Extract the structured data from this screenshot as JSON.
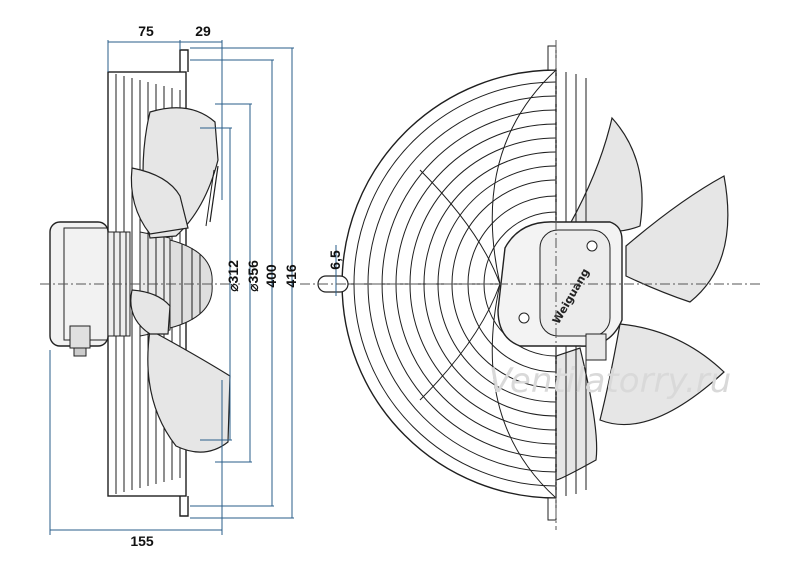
{
  "dimensions": {
    "depth_left": "75",
    "depth_right": "29",
    "total_depth": "155",
    "dia_312": "⌀312",
    "dia_356": "⌀356",
    "dia_400": "400",
    "dia_416": "416",
    "hole": "6,5"
  },
  "brand_label": "Weiguang",
  "watermark": "Ventilatorry.ru"
}
